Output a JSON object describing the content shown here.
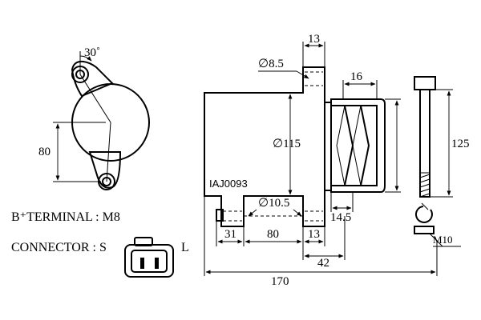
{
  "front_view": {
    "angle": "30˚",
    "height": "80"
  },
  "terminal": {
    "label": "B⁺TERMINAL : M8"
  },
  "connector": {
    "label": "CONNECTOR : S",
    "right_label": "L"
  },
  "side_view": {
    "part_number": "IAJ0093",
    "hole_dia": "∅8.5",
    "body_dia": "∅115",
    "bottom_hole_dia": "∅10.5",
    "dims": {
      "top_width": "13",
      "pulley_width": "16",
      "pulley_offset": "14.5",
      "left_offset": "31",
      "mount_span": "80",
      "mount_width": "13",
      "to_pulley": "42",
      "total_length": "170"
    }
  },
  "bolt": {
    "length": "125",
    "thread": "M10"
  }
}
